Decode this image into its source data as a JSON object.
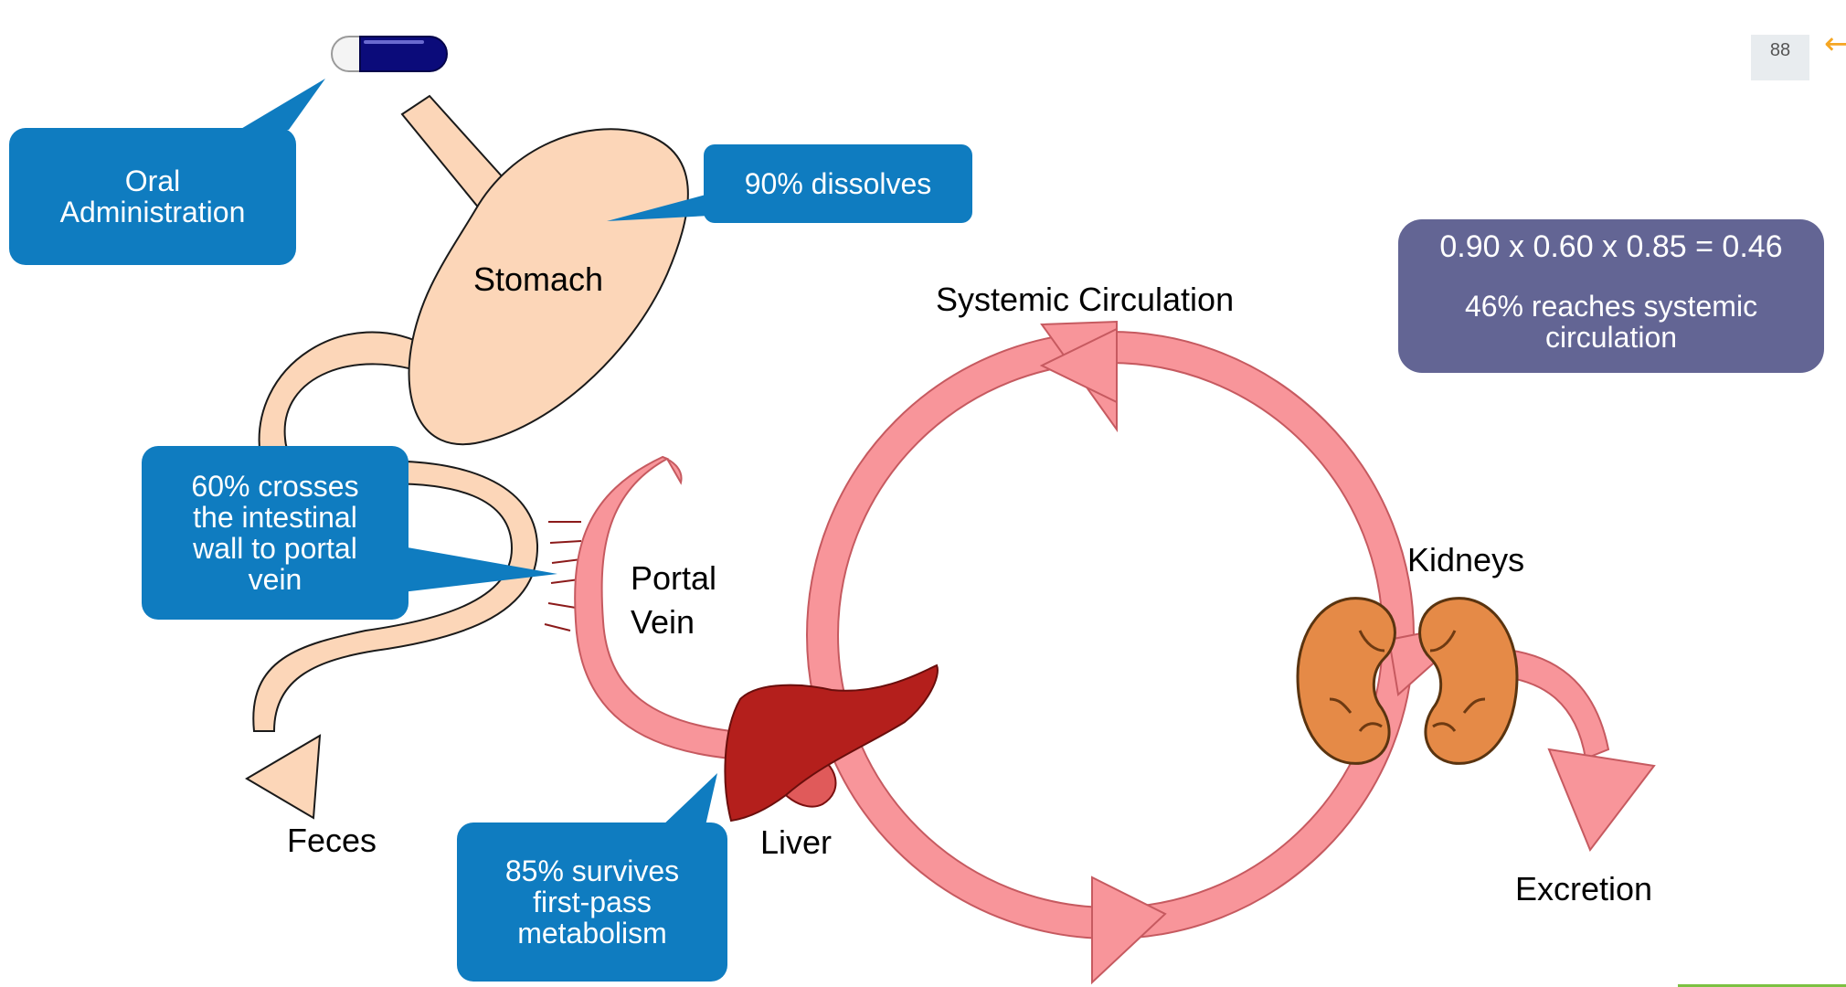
{
  "slide": {
    "page_number": "88"
  },
  "labels": {
    "stomach": "Stomach",
    "systemic_circulation": "Systemic Circulation",
    "portal_vein_line1": "Portal",
    "portal_vein_line2": "Vein",
    "kidneys": "Kidneys",
    "feces": "Feces",
    "liver": "Liver",
    "excretion": "Excretion"
  },
  "callouts": {
    "oral_administration": "Oral\nAdministration",
    "dissolves": "90% dissolves",
    "crosses_intestinal_wall": "60% crosses\nthe intestinal\nwall to portal\nvein",
    "survives_first_pass": "85% survives\nfirst-pass\nmetabolism"
  },
  "calculation": {
    "equation": "0.90 x 0.60 x 0.85 = 0.46",
    "result": "46% reaches systemic\ncirculation"
  },
  "colors": {
    "callout_blue": "#0f7cc0",
    "calc_purple": "#636594",
    "gut_fill": "#fcd6b8",
    "vessel_pink": "#f8959a",
    "liver_red": "#b41f1c",
    "kidney_orange": "#e58a47",
    "nav_arrow": "#f5a623"
  },
  "icons": {
    "pill": "capsule-icon",
    "nav": "back-arrow-icon"
  }
}
